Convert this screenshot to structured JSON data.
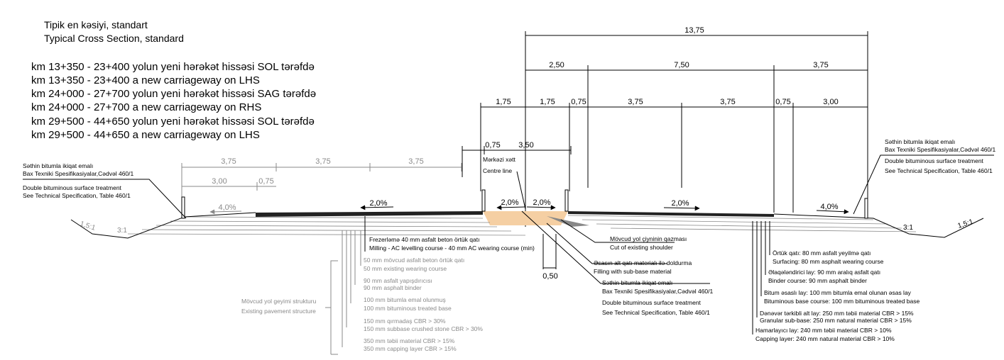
{
  "header": {
    "title_az": "Tipik en kəsiyi, standart",
    "title_en": "Typical Cross Section, standard",
    "sections": [
      "km 13+350 - 23+400 yolun yeni hərəkət hissəsi SOL tərəfdə",
      "km 13+350 - 23+400 a new carriageway on LHS",
      "km 24+000 - 27+700 yolun yeni hərəkət hissəsi SAG tərəfdə",
      "km 24+000 - 27+700 a new carriageway on RHS",
      "km 29+500 - 44+650 yolun yeni hərəkət hissəsi SOL tərəfdə",
      "km 29+500 - 44+650 a new carriageway on LHS"
    ]
  },
  "dimensions": {
    "total": "13,75",
    "upper": [
      "2,50",
      "7,50",
      "3,75"
    ],
    "lower": [
      "1,75",
      "1,75",
      "0,75",
      "3,75",
      "3,75",
      "0,75",
      "3,00"
    ],
    "median": [
      "0,75",
      "3,50"
    ],
    "existing_upper": [
      "3,75",
      "3,75",
      "3,75"
    ],
    "existing_lower": [
      "3,00",
      "0,75"
    ],
    "bottom": "0,50"
  },
  "slopes": {
    "left_shoulder": "4,0%",
    "left_lane": "2,0%",
    "median_left": "2,0%",
    "median_right": "2,0%",
    "right_lane": "2,0%",
    "right_shoulder": "4,0%",
    "side_left_outer": "1,5:1",
    "side_left_inner": "3:1",
    "side_right_inner": "3:1",
    "side_right_outer": "1,5:1"
  },
  "notes": {
    "centre_line": [
      "Mərkəzi xətt",
      "Centre line"
    ],
    "left_treatment": [
      "Səthin bitumla ikiqat emalı",
      "Bax Texniki Spesifikasiyalar,Cədvəl 460/1",
      "Double bituminous surface treatment",
      "See Technical Specification, Table 460/1"
    ],
    "right_treatment": [
      "Səthin bitumla ikiqat emalı",
      "Bax Texniki Spesifikasiyalar,Cədvəl 460/1",
      "Double bituminous surface treatment",
      "See Technical Specification, Table 460/1"
    ],
    "milling": [
      "Frezerləmə 40 mm asfalt beton örtük qatı",
      "Milling - AC levelling course - 40 mm AC wearing course (min)"
    ],
    "cut_shoulder": [
      "Mövcud yol çiyninin qazması",
      "Cut of existing shoulder"
    ],
    "subbase_fill": [
      "Əsasın alt qatı materialı ilə doldurma",
      "Filling with sub-base material"
    ],
    "centre_treatment": [
      "Səthin bitumla ikiqat emalı",
      "Bax Texniki Spesifikasiyalar,Cədvəl 460/1",
      "Double bituminous surface treatment",
      "See Technical Specification, Table 460/1"
    ],
    "existing_structure": [
      "Mövcud yol geyimi strukturu",
      "Existing pavement structure"
    ],
    "existing_layers": [
      [
        "50 mm mövcud asfalt beton örtük qatı",
        "50 mm  existing wearing course"
      ],
      [
        "90 mm asfalt yapışdırıcısı",
        "90 mm asphalt binder"
      ],
      [
        "100 mm bitumla emal olunmuş",
        "100 mm bituminous treated base"
      ],
      [
        "150 mm qırmadaş CBR > 30%",
        "150 mm subbase crushed stone CBR > 30%"
      ],
      [
        "350 mm təbii material CBR > 15%",
        "350 mm capping layer CBR > 15%"
      ]
    ],
    "new_layers": [
      [
        "Örtük qatı: 80 mm asfalt yeyilmə qatı",
        "Surfacing: 80 mm asphalt wearing course"
      ],
      [
        "Əlaqələndirici lay: 90 mm aralıq asfalt qatı",
        "Binder course: 90 mm asphalt binder"
      ],
      [
        "Bitum əsaslı lay: 100 mm bitumla emal olunan əsas lay",
        "Bituminous base course: 100 mm bituminous treated base"
      ],
      [
        "Dənəvər tərkibli alt lay: 250 mm təbii material CBR > 15%",
        "Granular sub-base: 250 mm natural material CBR > 15%"
      ],
      [
        "Hamarlayıcı lay: 240 mm təbii material CBR > 10%",
        "Capping layer: 240 mm natural material CBR > 10%"
      ]
    ]
  },
  "colors": {
    "fill_material": "#f5cfa3",
    "ink": "#000000",
    "existing": "#8a8a8a"
  }
}
